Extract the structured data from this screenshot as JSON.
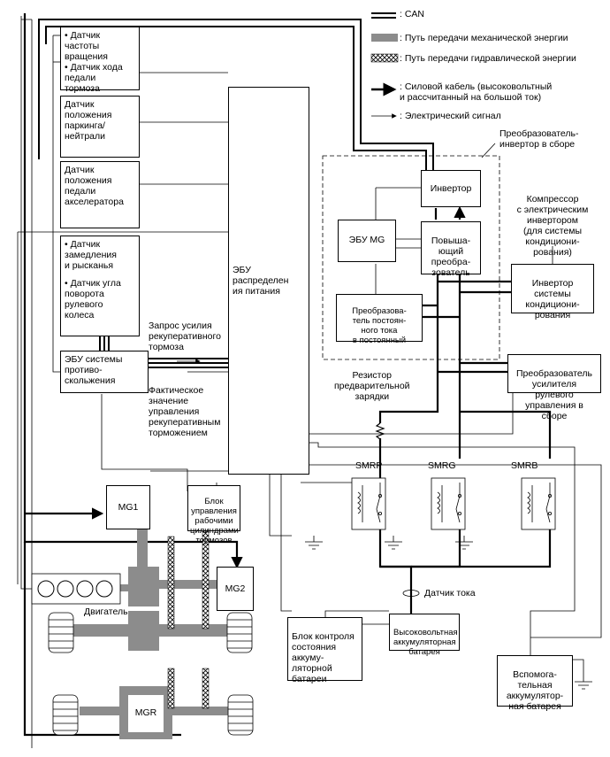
{
  "legend": {
    "can": ": CAN",
    "mechanical": ": Путь передачи механической энергии",
    "hydraulic": ": Путь передачи гидравлической энергии",
    "power_cable": ": Силовой кабель (высоковольтный\nи рассчитанный на большой ток)",
    "signal": ": Электрический сигнал"
  },
  "sensors": {
    "speed": "• Датчик частоты\n  вращения",
    "brake_pedal": "• Датчик хода\n  педали\n  тормоза",
    "park_neutral": "Датчик\nположения\nпаркинга/\nнейтрали",
    "accel_pedal": "Датчик\nположения\nпедали\nакселератора",
    "yaw": "• Датчик\n  замедления\n  и рысканья",
    "steering": "• Датчик угла\n  поворота\n  рулевого\n  колеса"
  },
  "ecu": {
    "power_dist": "ЭБУ\nраспределен\nия питания",
    "skid": "ЭБУ системы\nпротиво-\nскольжения",
    "mg": "ЭБУ MG"
  },
  "annotations": {
    "regen_request": "Запрос усилия\nрекуперативного\nтормоза",
    "regen_actual": "Фактическое\nзначение\nуправления\nрекуперативным\nторможением",
    "precharge": "Резистор\nпредварительной\nзарядки",
    "current_sensor": "Датчик тока",
    "engine": "Двигатель",
    "inverter_assembly": "Преобразователь-\nинвертор в сборе"
  },
  "blocks": {
    "inverter": "Инвертор",
    "boost": "Повыша-\nющий\nпреобра-\nзователь",
    "dcdc": "Преобразова-\nтель постоян-\nного тока\nв постоянный",
    "compressor": "Компрессор\nс электрическим\nинвертором\n(для системы\nкондициони-\nрования)",
    "ac_inverter": "Инвертор\nсистемы\nкондициони-\nрования",
    "steering_conv": "Преобразователь\nусилителя рулевого\nуправления в сборе",
    "brake_actuator": "Блок\nуправления\nрабочими\nцилиндрами\nтормозов",
    "mg1": "MG1",
    "mg2": "MG2",
    "mgr": "MGR",
    "battery_monitor": "Блок контроля\nсостояния\nаккуму-\nляторной\nбатареи",
    "hv_battery": "Высоковольтная\nаккумуляторная\nбатарея",
    "aux_battery": "Вспомога-\nтельная\nаккумулятор-\nная батарея"
  },
  "relays": {
    "smrp": "SMRP",
    "smrg": "SMRG",
    "smrb": "SMRB"
  },
  "colors": {
    "mechanical": "#8c8c8c",
    "can": "#000000",
    "line": "#000000"
  }
}
